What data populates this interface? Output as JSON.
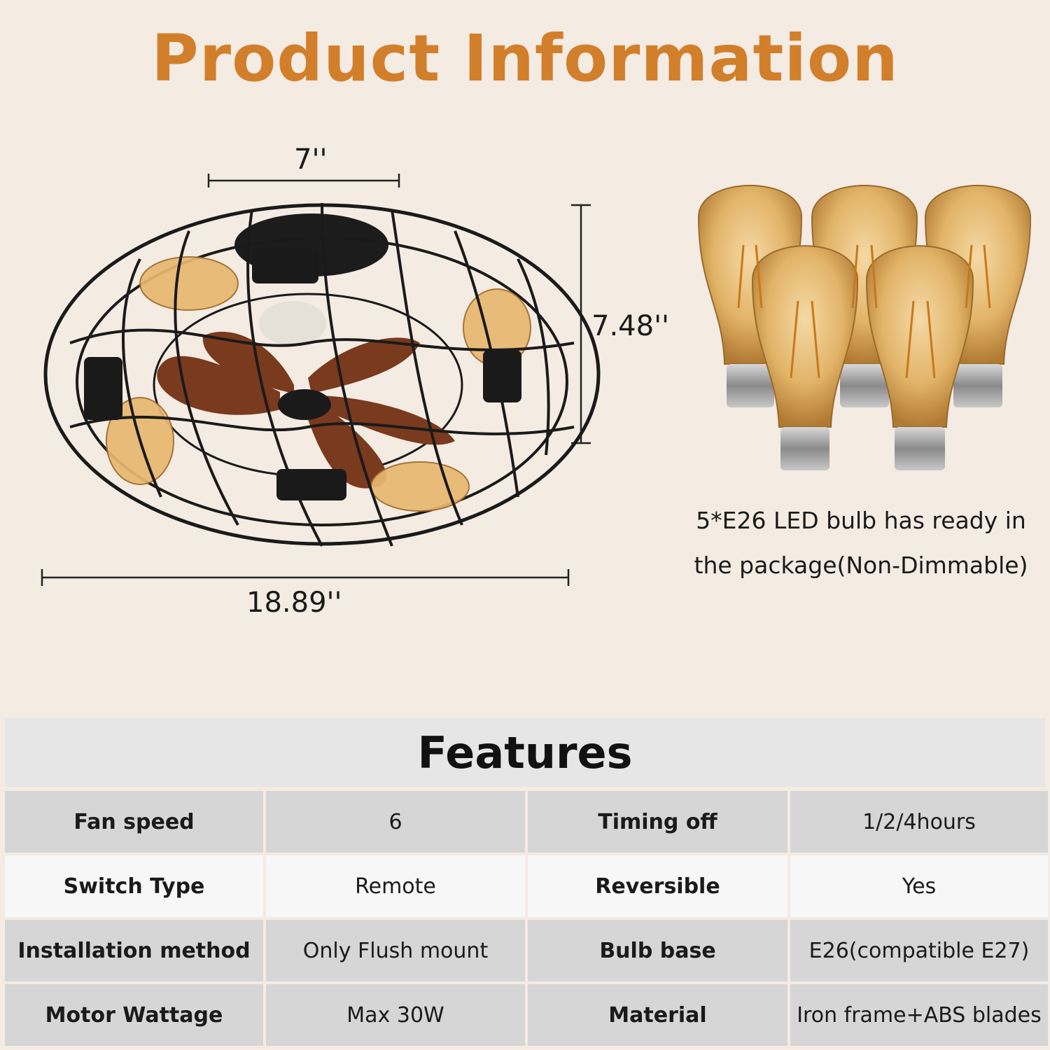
{
  "title": "Product Information",
  "dimensions": {
    "top_width": "7''",
    "height": "7.48''",
    "diameter": "18.89''"
  },
  "bulbs": {
    "count": 5,
    "caption_line1": "5*E26 LED bulb has ready in",
    "caption_line2": "the package(Non-Dimmable)"
  },
  "features": {
    "title": "Features",
    "rows": [
      {
        "k1": "Fan speed",
        "v1": "6",
        "k2": "Timing off",
        "v2": "1/2/4hours"
      },
      {
        "k1": "Switch Type",
        "v1": "Remote",
        "k2": "Reversible",
        "v2": "Yes"
      },
      {
        "k1": "Installation method",
        "v1": "Only Flush mount",
        "k2": "Bulb base",
        "v2": "E26(compatible E27)"
      },
      {
        "k1": "Motor Wattage",
        "v1": "Max 30W",
        "k2": "Material",
        "v2": "Iron frame+ABS blades"
      }
    ]
  },
  "colors": {
    "background": "#f4ebe3",
    "title": "#d27f2b",
    "table_dark": "#d6d6d6",
    "table_light": "#f7f7f7",
    "header_panel": "#e6e6e6"
  }
}
